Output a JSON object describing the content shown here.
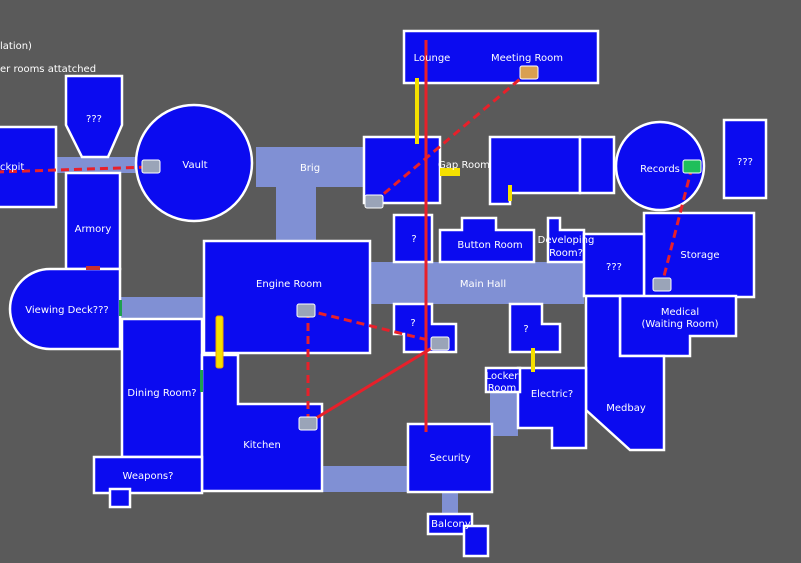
{
  "notes": [
    "lation)",
    "er rooms attatched"
  ],
  "rooms": {
    "cockpit": "ckpit",
    "unknown_left": "???",
    "vault": "Vault",
    "armory": "Armory",
    "viewing_deck": "Viewing Deck???",
    "brig": "Brig",
    "engine_room": "Engine Room",
    "dining_room": "Dining Room?",
    "kitchen": "Kitchen",
    "weapons": "Weapons?",
    "lounge": "Lounge",
    "meeting_room": "Meeting Room",
    "gap_room": "Gap Room",
    "q_upper": "?",
    "button_room": "Button Room",
    "developing_room": [
      "Developing",
      "Room?"
    ],
    "main_hall": "Main Hall",
    "q_lower_mid": "?",
    "q_lower_right": "?",
    "locker_room": [
      "Locker",
      "Room"
    ],
    "electric": "Electric?",
    "security": "Security",
    "balcony": "Balcony",
    "records": "Records",
    "unknown_right": "???",
    "storage": "Storage",
    "unknown_mid_right": "???",
    "medical": [
      "Medical",
      "(Waiting Room)"
    ],
    "medbay": "Medbay"
  },
  "colors": {
    "background": "#5a5a5a",
    "room_fill": "#0b0bf0",
    "hallway": "#8090d4",
    "outline": "#ffffff",
    "vent_link": "#e8202a",
    "door_yellow": "#f5e000",
    "vent": "#9aa4b8",
    "vent_green": "#1fbf5a",
    "vent_gold": "#d9a050",
    "door_green": "#1fa050"
  },
  "icons": {
    "vent": "vent-icon",
    "door": "door-icon"
  }
}
